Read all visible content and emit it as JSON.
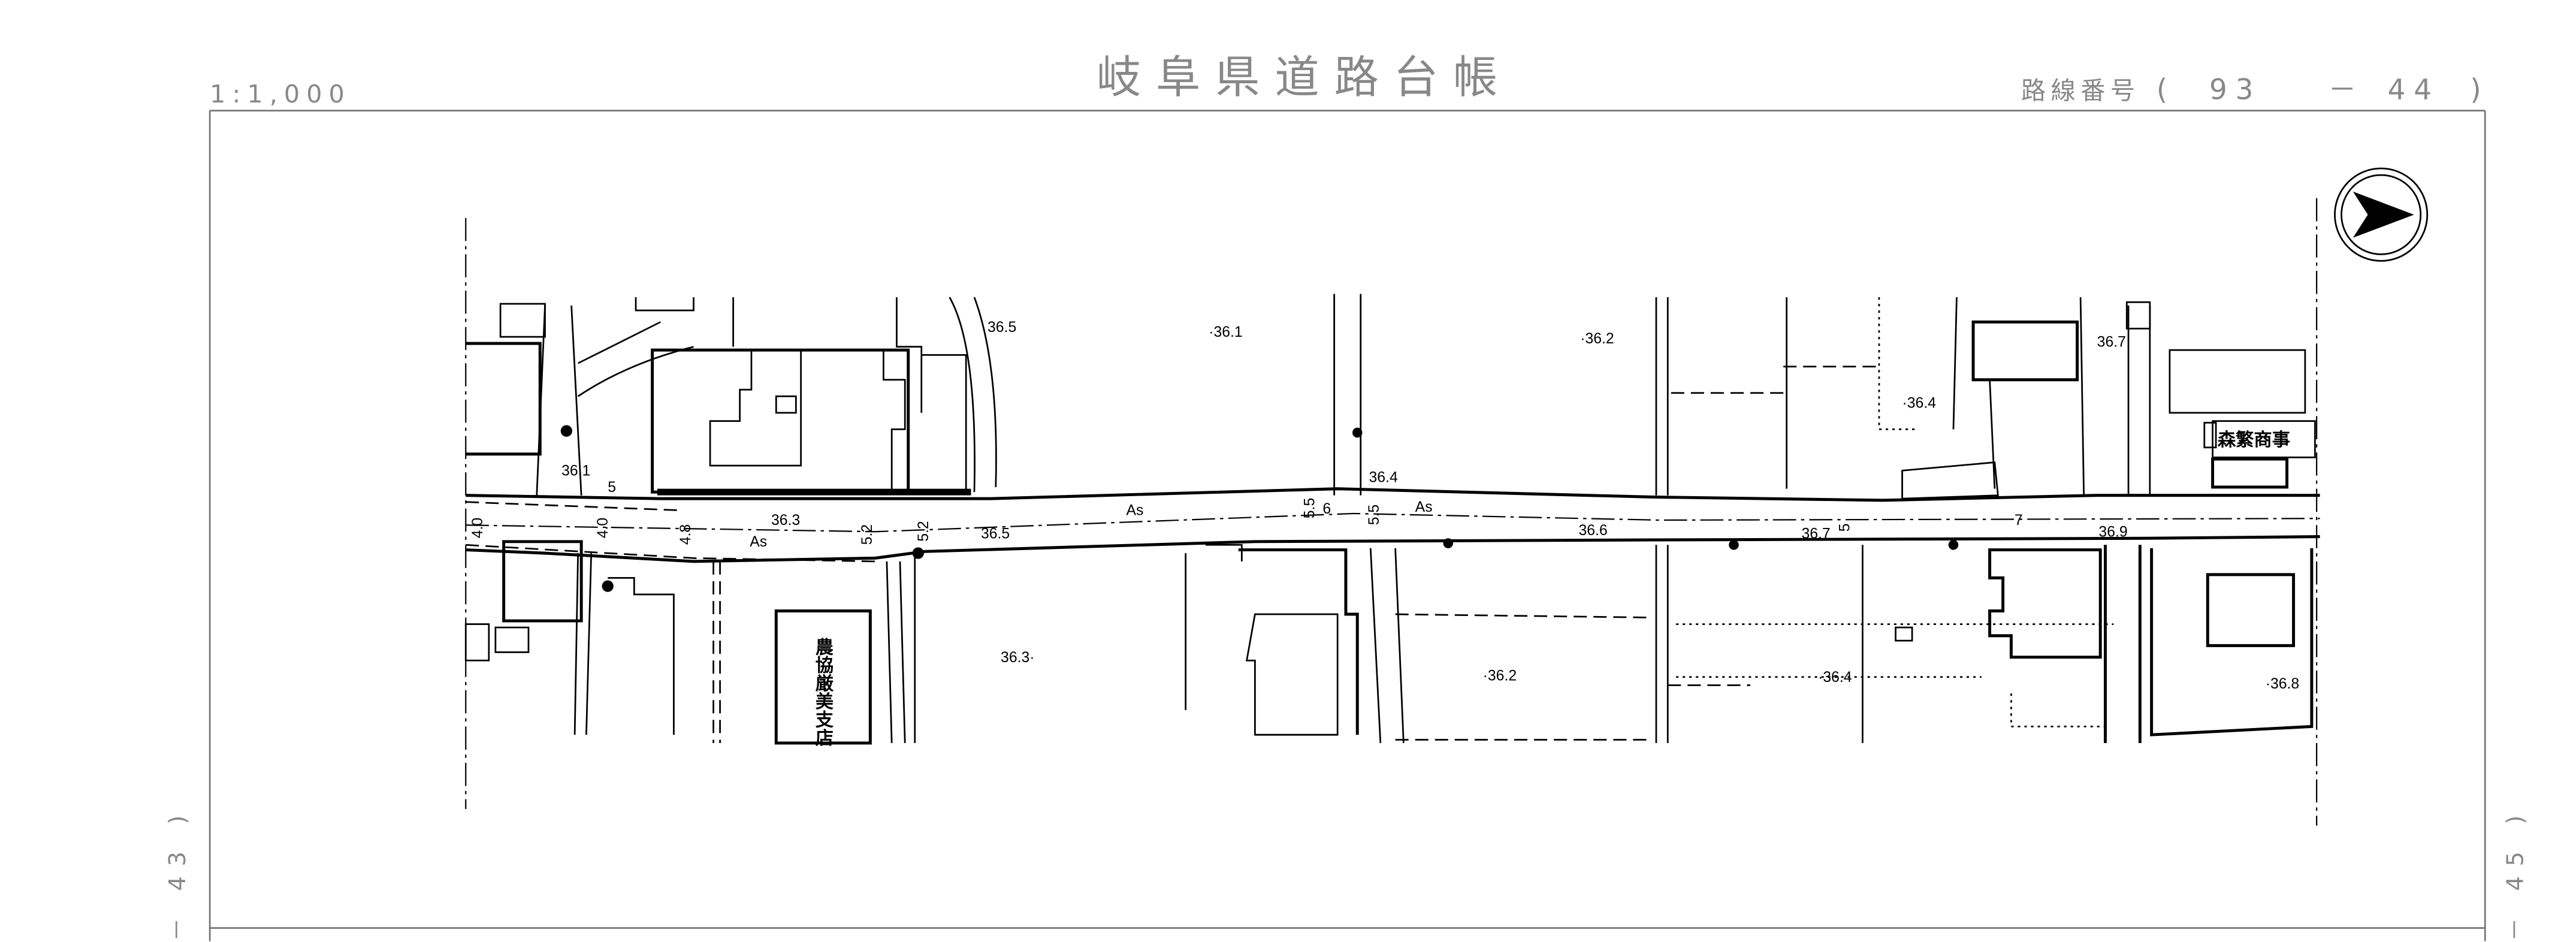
{
  "header": {
    "scale": "1:1,000",
    "title": "岐阜県道路台帳",
    "route_label": "路線番号",
    "route_open": "(",
    "route_major": "93",
    "route_dash": "－",
    "route_minor": "44",
    "route_close": ")"
  },
  "adjacent_sheets": {
    "left": "－ 43 )",
    "right": "－ 45 )"
  },
  "map": {
    "north_arrow_icon": "north-arrow-icon",
    "surface_labels": [
      "As",
      "As",
      "As"
    ],
    "elevations": {
      "e1": "36.5",
      "e2": "·36.1",
      "e3": "·36.2",
      "e4": "36.1",
      "e5": "36.3",
      "e6": "36.5",
      "e7": "36.3·",
      "e8": "36.4",
      "e9": "36.6",
      "e10": "36.7",
      "e11": "·36.2",
      "e12": "·36.4",
      "e13": "·36.4",
      "e14": "36.7",
      "e15": "36.9",
      "e16": "·36.8"
    },
    "widths": {
      "w1": "4.0",
      "w2": "4.0",
      "w3": "4.8",
      "w4": "5.2",
      "w5": "5.2",
      "w6": "5.5",
      "w7": "5.5",
      "w8": "5",
      "w9": "6",
      "w10": "7",
      "w11": "5"
    },
    "buildings": {
      "b1": "農協厳美支店",
      "b2": "森繁商事"
    }
  }
}
